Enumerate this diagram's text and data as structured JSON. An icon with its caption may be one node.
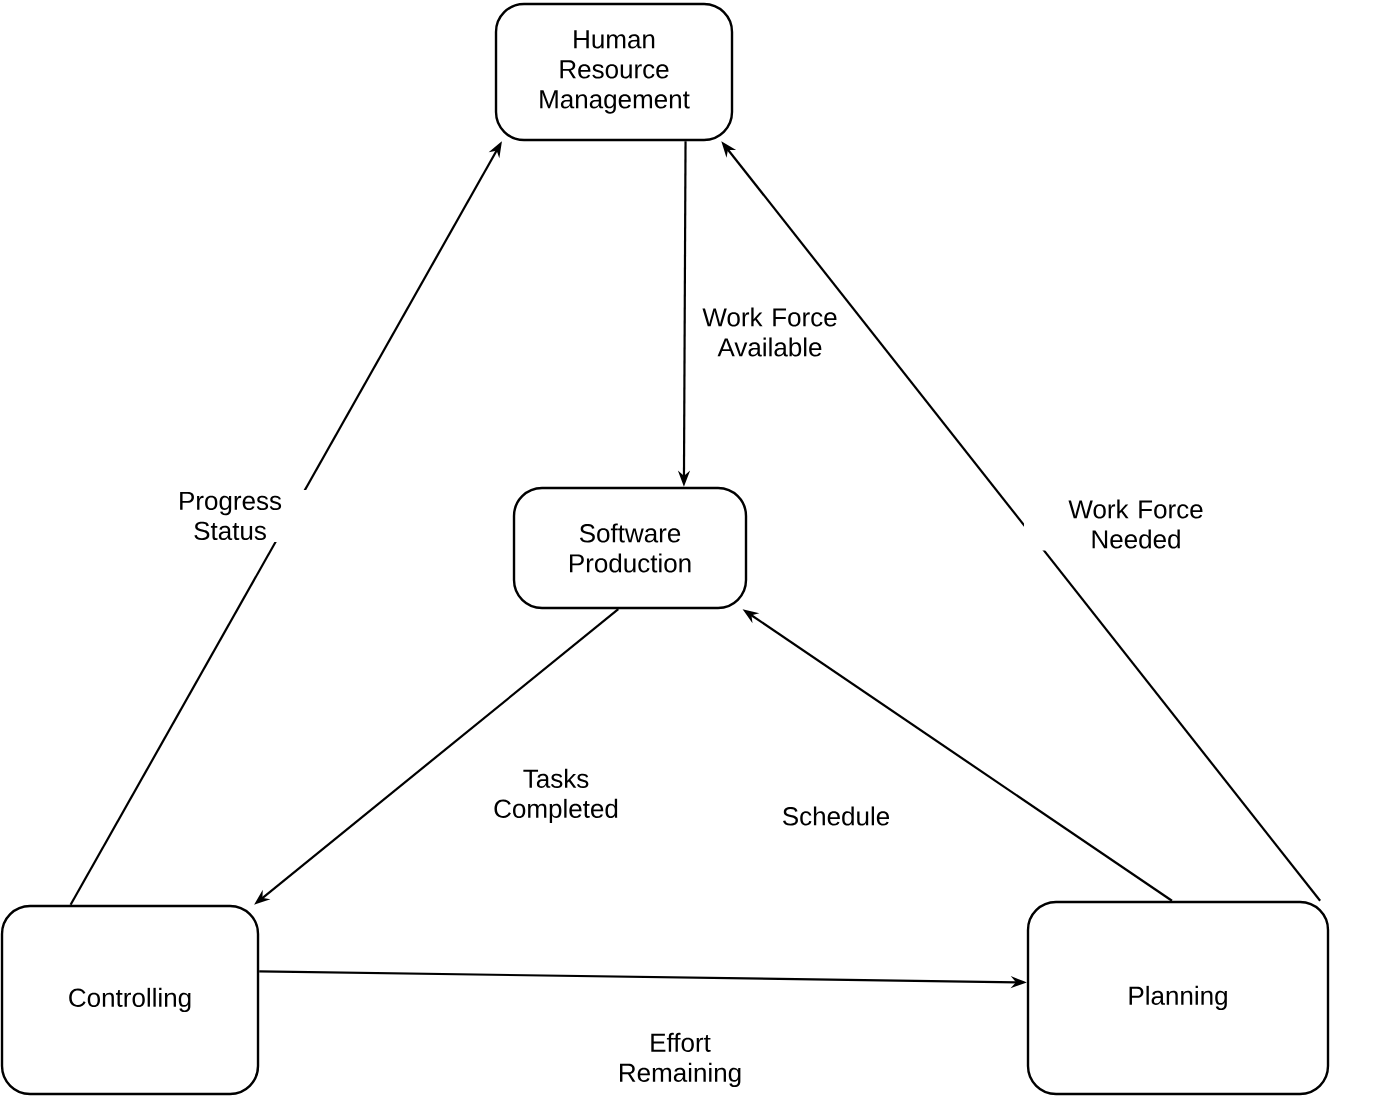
{
  "diagram": {
    "nodes": [
      {
        "text": [
          "Human Resource Management"
        ]
      },
      {
        "text": [
          "Software Production"
        ]
      },
      {
        "text": [
          "Controlling"
        ]
      },
      {
        "text": [
          "Planning"
        ]
      }
    ],
    "edges": [
      {
        "from": 0,
        "to": 1,
        "arrow": "to",
        "label": "Work Force Available"
      },
      {
        "from": 2,
        "to": 0,
        "arrow": "to",
        "label": "Progress Status"
      },
      {
        "from": 3,
        "to": 0,
        "arrow": "to",
        "label": "Work Force Needed"
      },
      {
        "from": 1,
        "to": 2,
        "arrow": "to",
        "label": "Tasks Completed"
      },
      {
        "from": 3,
        "to": 1,
        "arrow": "to",
        "label": "Schedule"
      },
      {
        "from": 2,
        "to": 3,
        "arrow": "to",
        "label": "Effort Remaining"
      }
    ]
  }
}
